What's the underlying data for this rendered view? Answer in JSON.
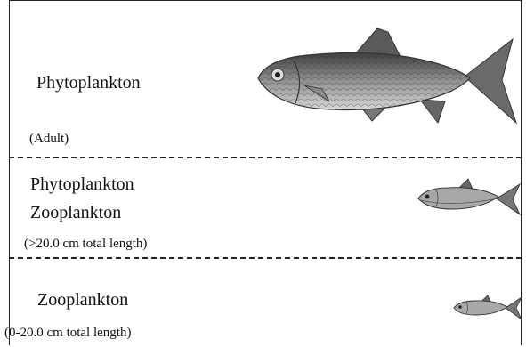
{
  "panels": [
    {
      "diet": [
        "Phytoplankton"
      ],
      "stage": "(Adult)",
      "fish_icon": "adult-fish-icon"
    },
    {
      "diet": [
        "Phytoplankton",
        "Zooplankton"
      ],
      "stage": "(>20.0 cm total length)",
      "fish_icon": "medium-fish-icon"
    },
    {
      "diet": [
        "Zooplankton"
      ],
      "stage": "(0-20.0 cm total length)",
      "fish_icon": "small-fish-icon"
    }
  ],
  "colors": {
    "line": "#222222",
    "fish_body": "#8a8a8a",
    "fish_dark": "#4a4a4a"
  }
}
